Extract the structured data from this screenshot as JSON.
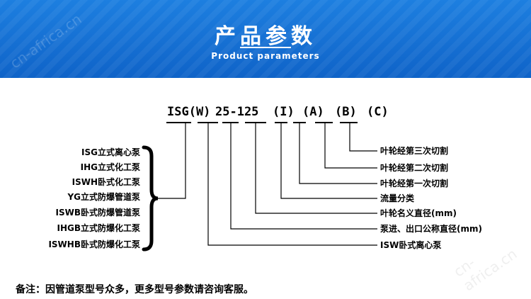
{
  "header": {
    "title": "产品参数",
    "subtitle": "Product parameters"
  },
  "watermark": "cn-africa.cn",
  "model_code": {
    "segments": [
      "ISG(W)",
      "25-125",
      "(I)",
      "(A)",
      "(B)",
      "(C)"
    ]
  },
  "pump_types": [
    "ISG立式离心泵",
    "IHG立式化工泵",
    "ISWH卧式化工泵",
    "YG立式防爆管道泵",
    "ISWB卧式防爆管道泵",
    "IHGB立式防爆化工泵",
    "ISWHB卧式防爆化工泵"
  ],
  "legend": [
    "叶轮经第三次切割",
    "叶轮经第二次切割",
    "叶轮经第一次切割",
    "流量分类",
    "叶轮名义直径(mm)",
    "泵进、出口公称直径(mm)",
    "ISW卧式离心泵"
  ],
  "note": "备注：因管道泵型号众多，更多型号参数请咨询客服。",
  "colors": {
    "banner": "#1170d6",
    "line": "#000000"
  }
}
